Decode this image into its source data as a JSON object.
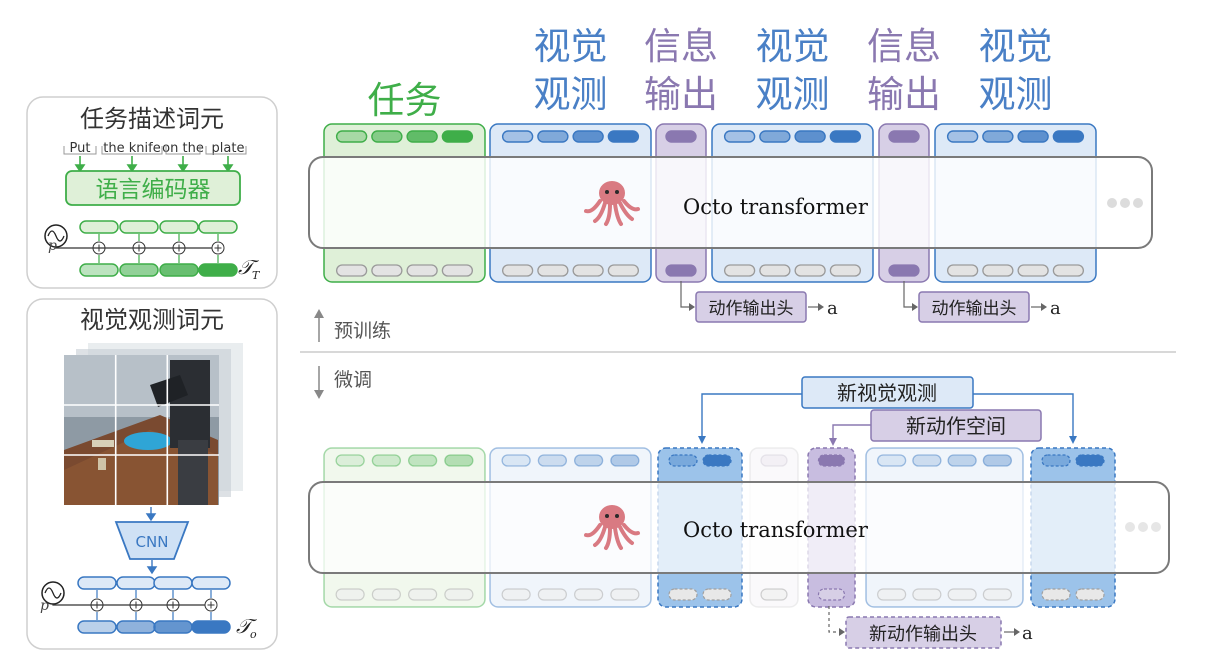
{
  "colors": {
    "green": "#3fae49",
    "green_fill": "#dff0d8",
    "blue": "#3a78c2",
    "blue_fill": "#dde9f7",
    "blue_title": "#4a80c6",
    "purple": "#8a78b0",
    "purple_fill": "#d7cfe6",
    "gray_token": "#e3e3e3",
    "frame": "#777777"
  },
  "left_panels": {
    "task_tokens": {
      "title": "任务描述词元",
      "words": [
        "Put",
        "the knife",
        "on the",
        "plate"
      ],
      "encoder_label": "语言编码器",
      "pos_label": "p",
      "symbol": "𝒯",
      "symbol_sub": "T"
    },
    "obs_tokens": {
      "title": "视觉观测词元",
      "cnn_label": "CNN",
      "pos_label": "p",
      "symbol": "𝒯",
      "symbol_sub": "o"
    }
  },
  "pretrain": {
    "headers": [
      {
        "lines": [
          "任务"
        ],
        "color_key": "green"
      },
      {
        "lines": [
          "视觉",
          "观测"
        ],
        "color_key": "blue_title"
      },
      {
        "lines": [
          "信息",
          "输出"
        ],
        "color_key": "purple"
      },
      {
        "lines": [
          "视觉",
          "观测"
        ],
        "color_key": "blue_title"
      },
      {
        "lines": [
          "信息",
          "输出"
        ],
        "color_key": "purple"
      },
      {
        "lines": [
          "视觉",
          "观测"
        ],
        "color_key": "blue_title"
      }
    ],
    "transformer_label": "Octo transformer",
    "action_heads": [
      {
        "label": "动作输出头",
        "output": "a"
      },
      {
        "label": "动作输出头",
        "output": "a"
      }
    ],
    "phase_label": "预训练"
  },
  "finetune": {
    "phase_label": "微调",
    "new_obs_label": "新视觉观测",
    "new_action_space_label": "新动作空间",
    "transformer_label": "Octo transformer",
    "new_action_head": {
      "label": "新动作输出头",
      "output": "a"
    }
  }
}
